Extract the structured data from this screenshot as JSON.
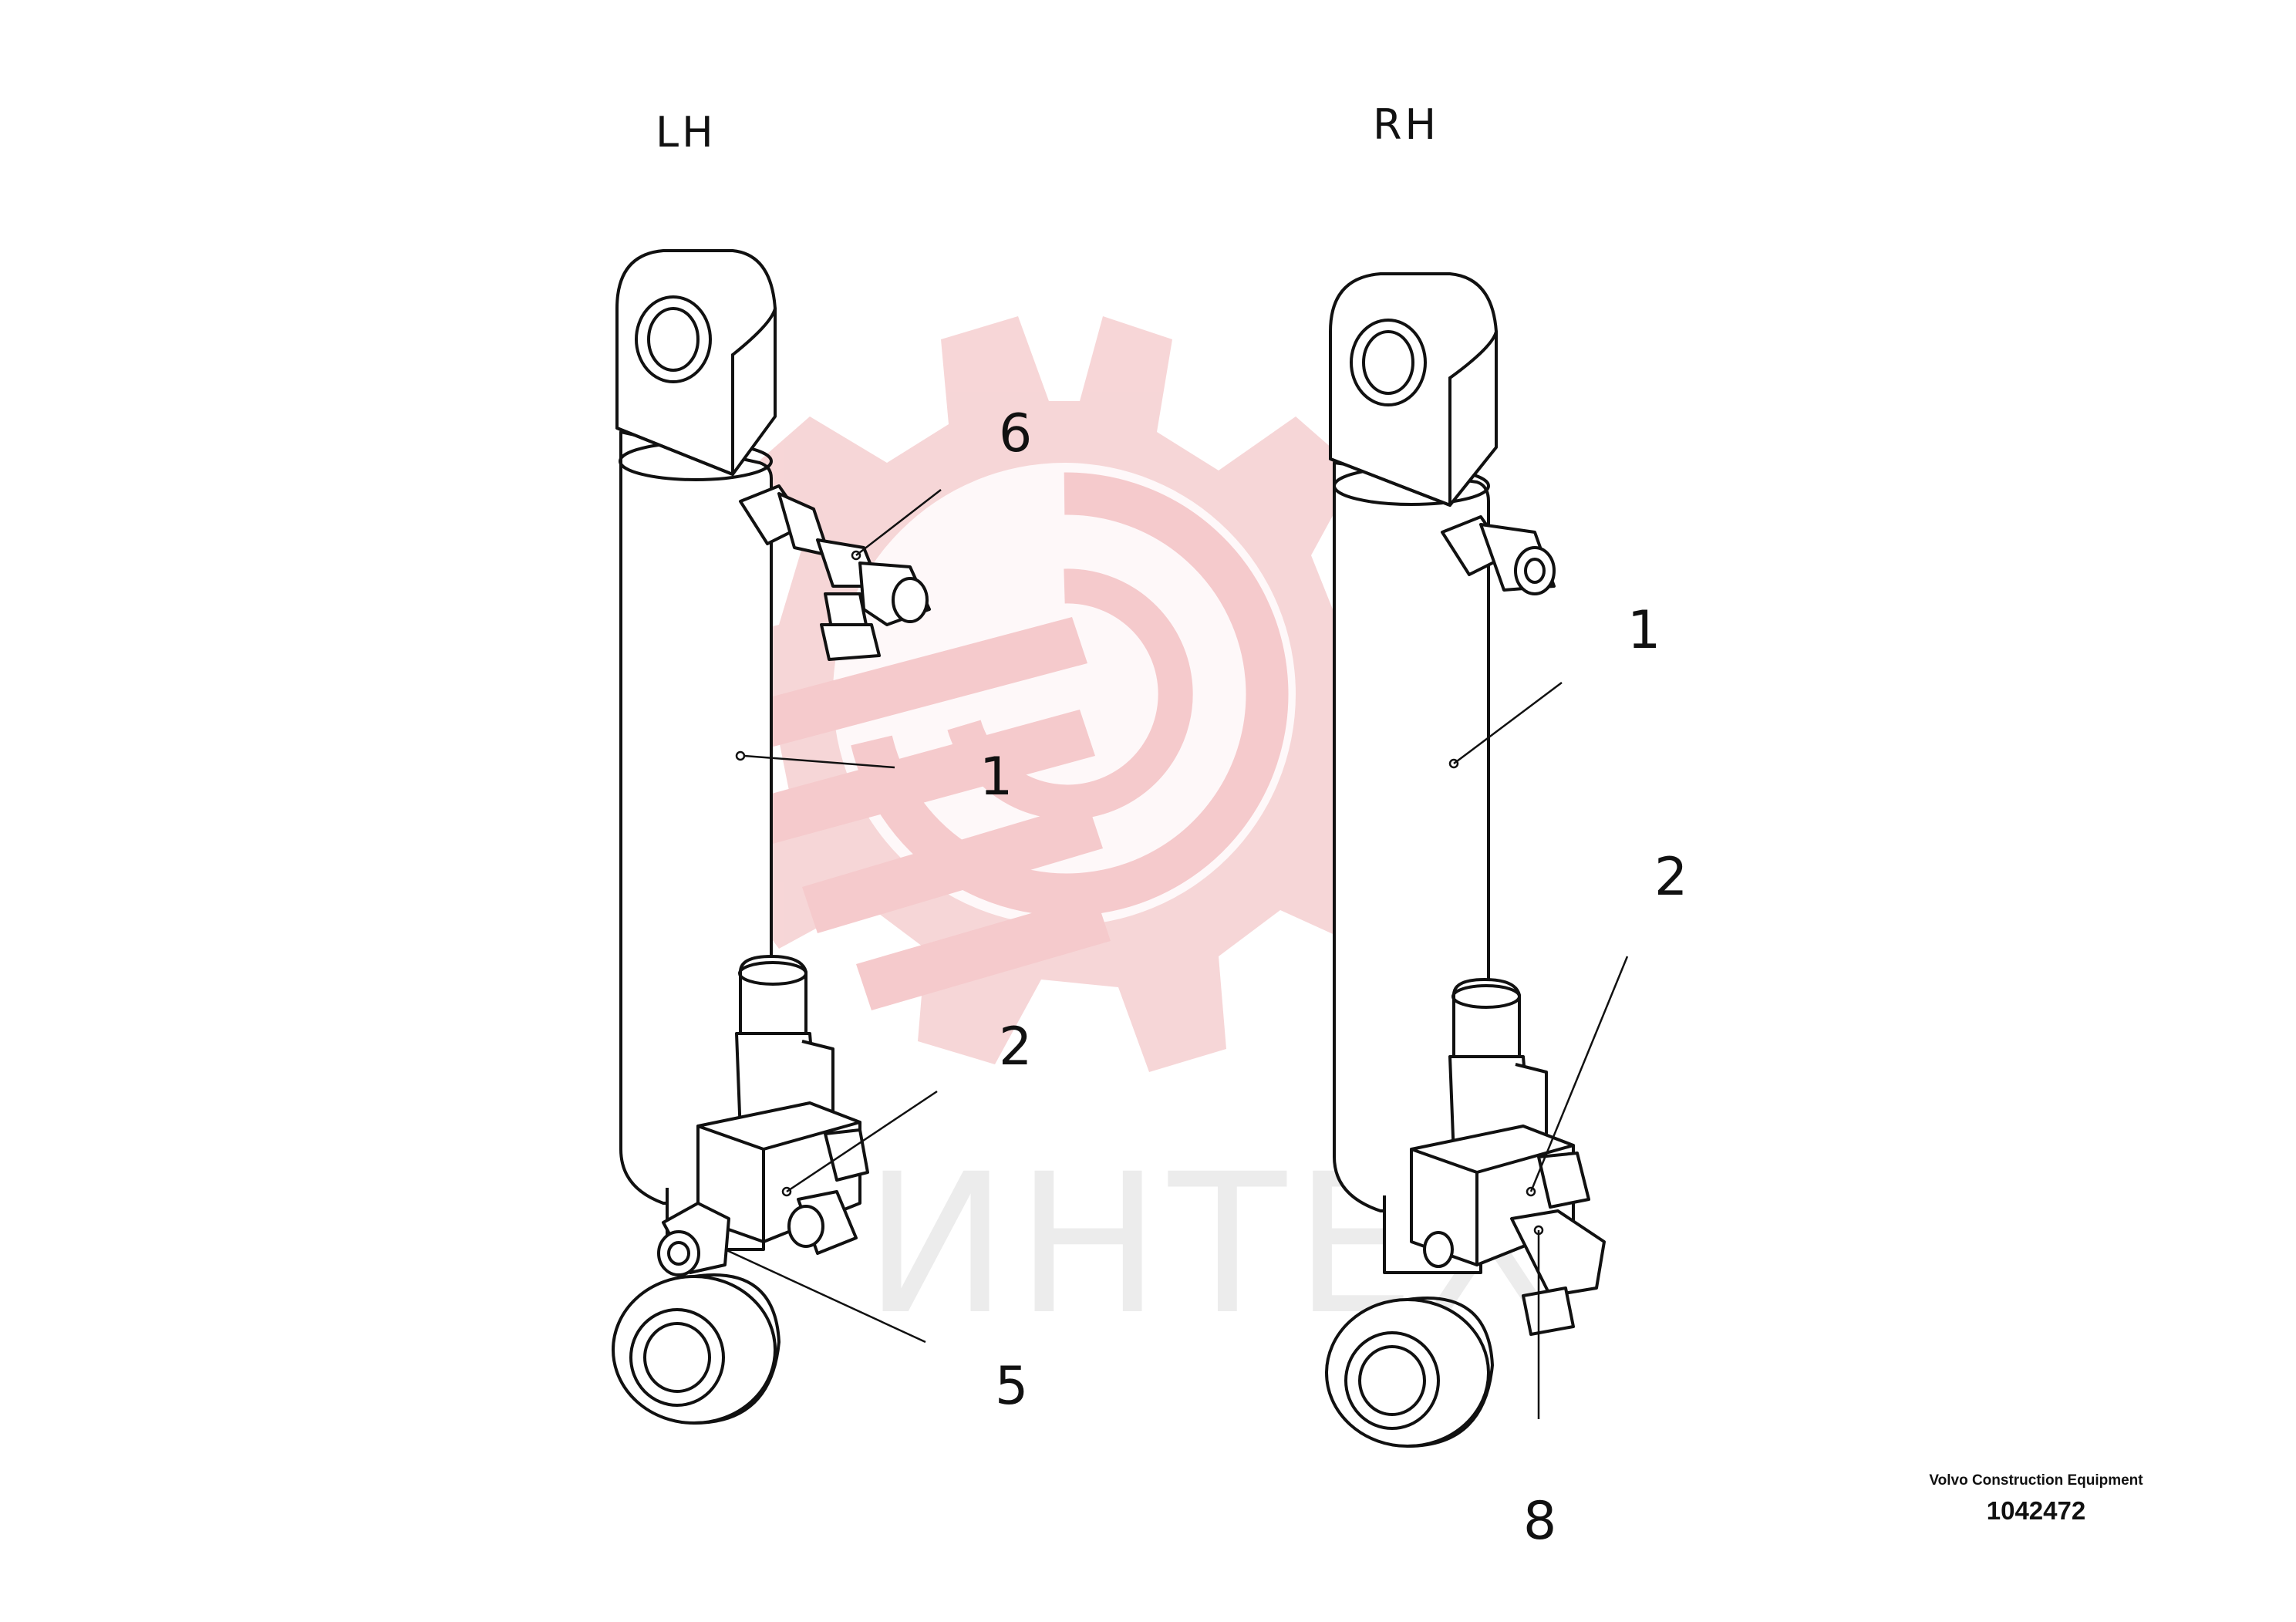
{
  "labels": {
    "left": "LH",
    "right": "RH"
  },
  "callouts": {
    "lh_1": "1",
    "lh_2": "2",
    "lh_5": "5",
    "lh_6": "6",
    "rh_1": "1",
    "rh_2": "2",
    "rh_8": "8"
  },
  "watermark": {
    "text": "ИНТЕХ",
    "color": "#f4c5c7"
  },
  "footer": {
    "maker": "Volvo Construction Equipment",
    "doc_number": "1042472"
  }
}
